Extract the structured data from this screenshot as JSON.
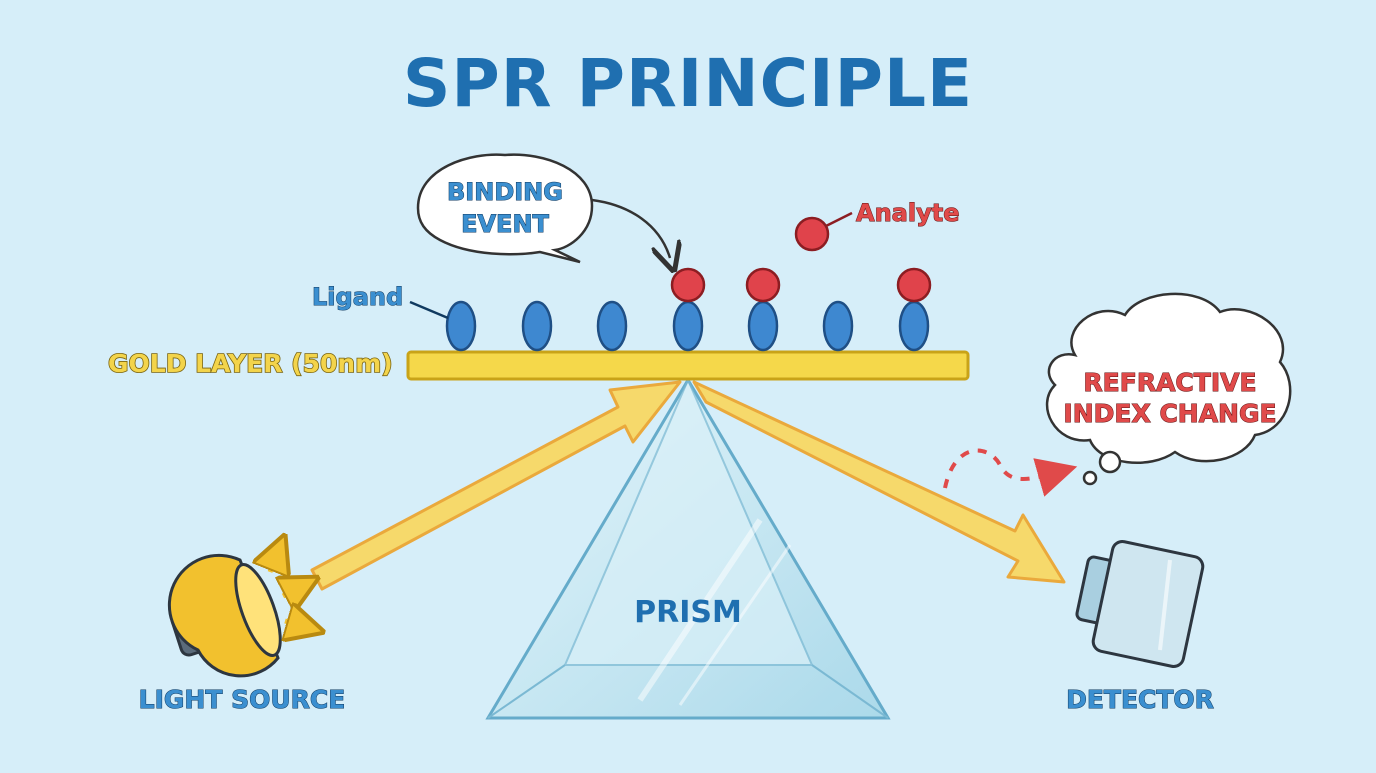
{
  "title": "SPR PRINCIPLE",
  "labels": {
    "binding_event_line1": "BINDING",
    "binding_event_line2": "EVENT",
    "analyte": "Analyte",
    "ligand": "Ligand",
    "gold_layer": "GOLD LAYER (50nm)",
    "refractive_line1": "REFRACTIVE",
    "refractive_line2": "INDEX CHANGE",
    "prism": "PRISM",
    "light_source": "LIGHT SOURCE",
    "detector": "DETECTOR"
  },
  "colors": {
    "background": "#d6eef9",
    "title": "#1f6fb0",
    "gold": "#f5d84a",
    "gold_stroke": "#c9a318",
    "ligand": "#3e88d0",
    "analyte": "#e0434b",
    "beam": "#f6d96b",
    "beam_stroke": "#eaa93c",
    "prism": "#bfe4f1",
    "label_blue": "#3b8fd0",
    "label_red": "#e04a4a",
    "label_yellow": "#f3d44b"
  },
  "icons": {
    "light_source": "lamp-icon",
    "detector": "detector-icon"
  }
}
